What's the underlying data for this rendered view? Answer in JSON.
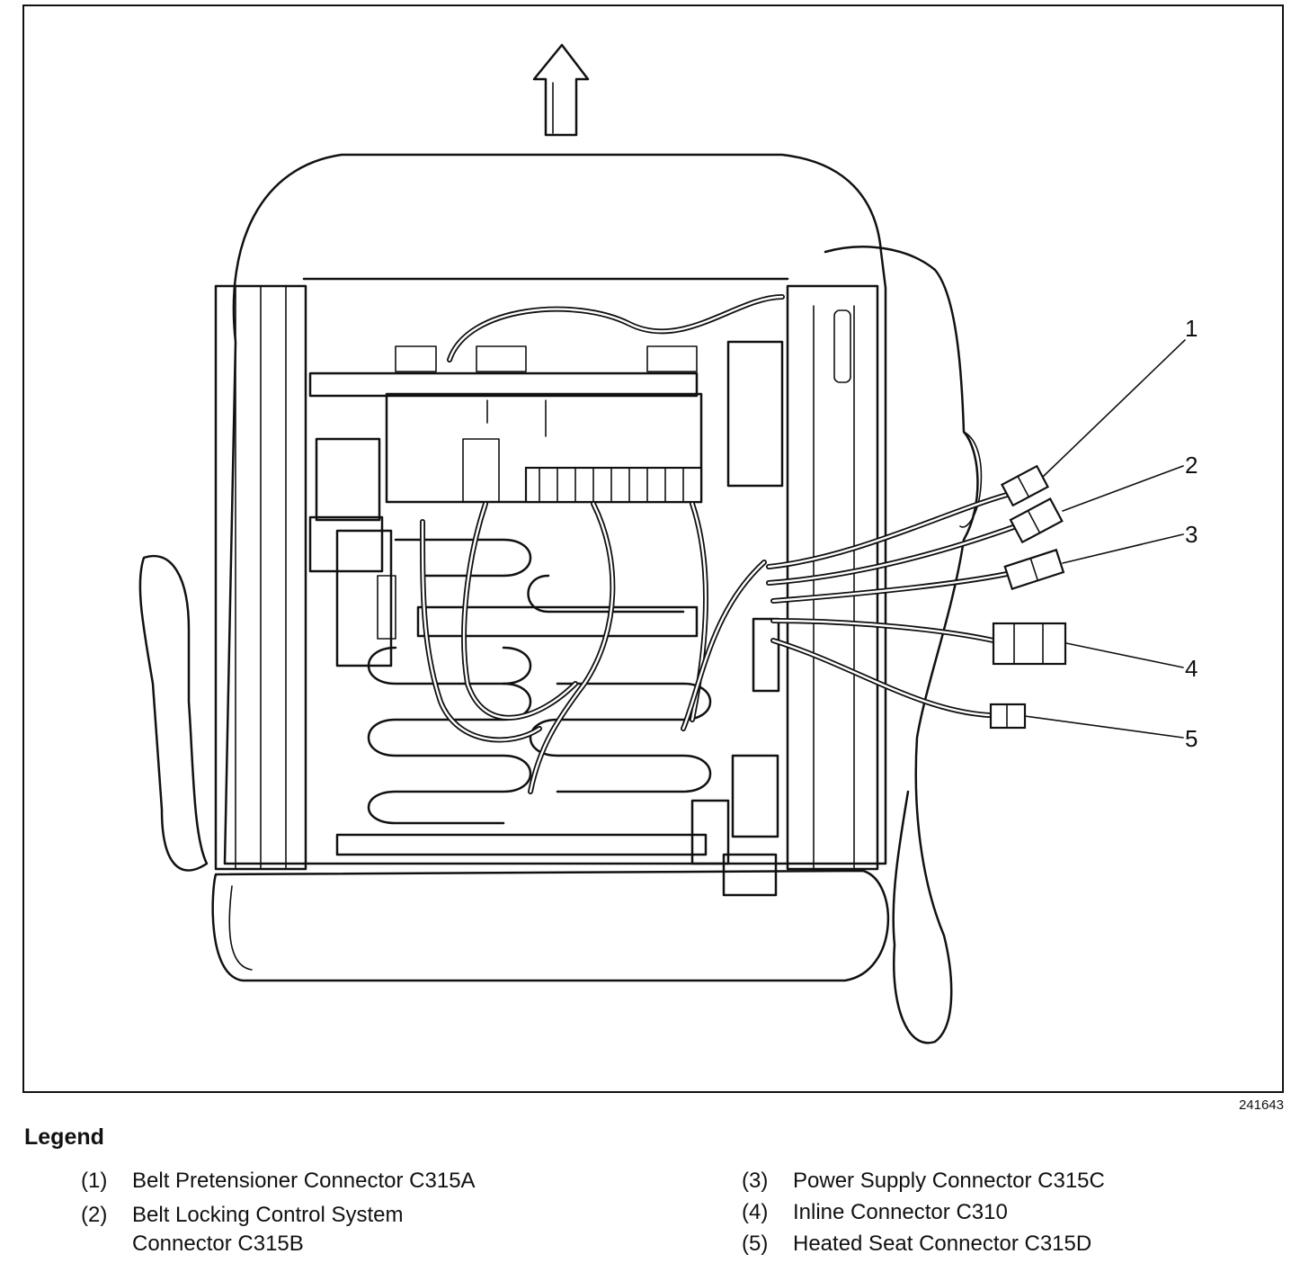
{
  "figure_id": "241643",
  "callouts": [
    "1",
    "2",
    "3",
    "4",
    "5"
  ],
  "legend": {
    "title": "Legend",
    "items": [
      {
        "num": "(1)",
        "lines": [
          "Belt Pretensioner Connector C315A"
        ]
      },
      {
        "num": "(2)",
        "lines": [
          "Belt Locking Control System",
          "Connector C315B"
        ]
      },
      {
        "num": "(3)",
        "lines": [
          "Power Supply Connector C315C"
        ]
      },
      {
        "num": "(4)",
        "lines": [
          "Inline Connector C310"
        ]
      },
      {
        "num": "(5)",
        "lines": [
          "Heated Seat Connector C315D"
        ]
      }
    ]
  }
}
